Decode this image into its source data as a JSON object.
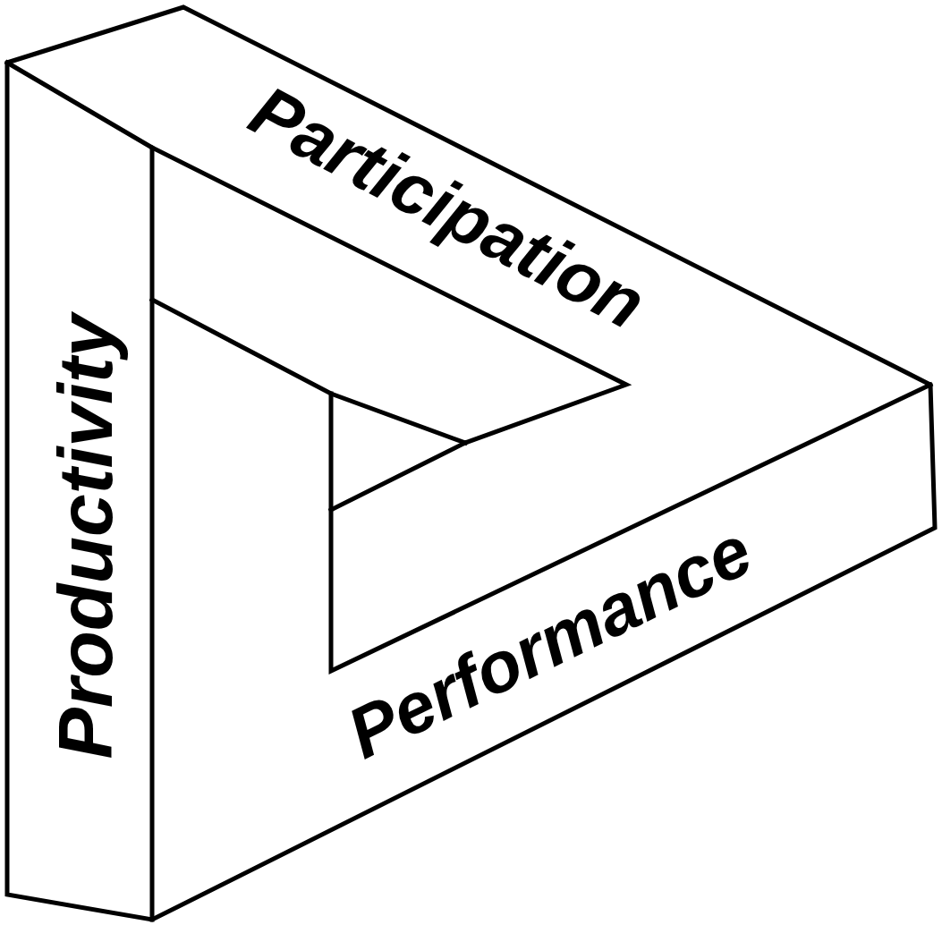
{
  "diagram": {
    "labels": [
      "Participation",
      "Productivity",
      "Performance"
    ]
  }
}
